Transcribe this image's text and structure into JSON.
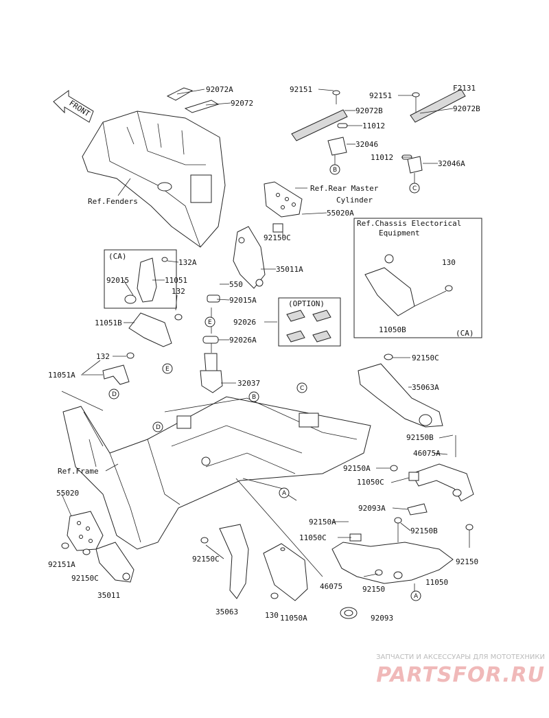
{
  "front_arrow": "FRONT",
  "code": "F2131",
  "labels": {
    "p92072A": "92072A",
    "p92072": "92072",
    "p92151_a": "92151",
    "p92072B_a": "92072B",
    "p11012_a": "11012",
    "p32046": "32046",
    "p92151_b": "92151",
    "p92072B_b": "92072B",
    "p11012_b": "11012",
    "p32046A": "32046A",
    "refFenders": "Ref.Fenders",
    "refRearMaster": "Ref.Rear Master",
    "cylinder": "Cylinder",
    "p55020A": "55020A",
    "p92150C_a": "92150C",
    "p35011A": "35011A",
    "p132A": "132A",
    "p92015": "92015",
    "p11051": "11051",
    "p550": "550",
    "p132_a": "132",
    "p11051B": "11051B",
    "p92015A": "92015A",
    "p92026": "92026",
    "p92026A": "92026A",
    "option": "(OPTION)",
    "refChassis": "Ref.Chassis Electorical",
    "equipment": "Equipment",
    "p130_a": "130",
    "p11050B": "11050B",
    "ca_a": "(CA)",
    "ca_b": "(CA)",
    "p132_b": "132",
    "p11051A": "11051A",
    "p32037": "32037",
    "p92150C_b": "92150C",
    "p35063A": "35063A",
    "refFrame": "Ref.Frame",
    "p92150B_a": "92150B",
    "p46075A": "46075A",
    "p92150A_a": "92150A",
    "p11050C_a": "11050C",
    "p92093A": "92093A",
    "p55020": "55020",
    "p92150A_b": "92150A",
    "p11050C_b": "11050C",
    "p92150B_b": "92150B",
    "p92151A": "92151A",
    "p92150C_c": "92150C",
    "p35011": "35011",
    "p92150C_d": "92150C",
    "p92150_a": "92150",
    "p46075": "46075",
    "p92150_b": "92150",
    "p11050": "11050",
    "p35063": "35063",
    "p130_b": "130",
    "p11050A": "11050A",
    "p92093": "92093"
  },
  "bubbles": {
    "a1": "A",
    "a2": "A",
    "b1": "B",
    "b2": "B",
    "c1": "C",
    "c2": "C",
    "d1": "D",
    "d2": "D",
    "e1": "E",
    "e2": "E"
  },
  "watermark": {
    "tagline": "ЗАПЧАСТИ И АКСЕССУАРЫ ДЛЯ МОТОТЕХНИКИ",
    "logo": "PARTSFOR.RU"
  },
  "colors": {
    "line": "#222222",
    "watermark_logo": "#f0b9b9",
    "watermark_text": "#bbbbbb"
  }
}
